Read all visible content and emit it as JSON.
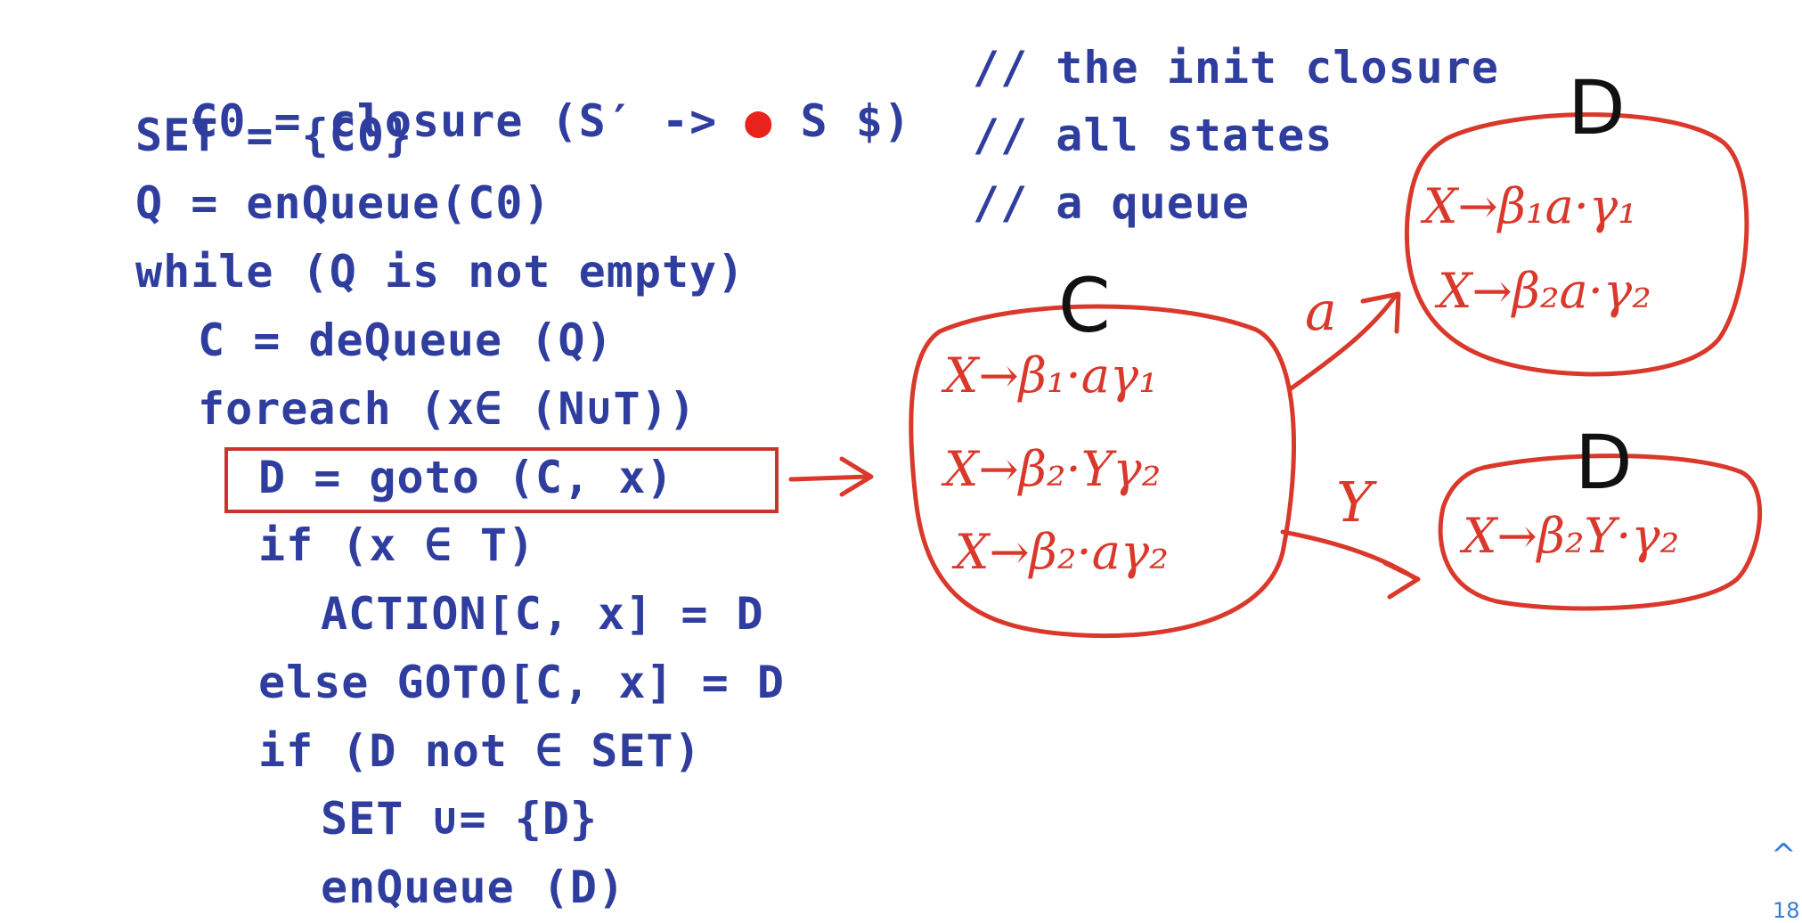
{
  "code": {
    "line1_prefix": "C0 = closure (S′ -> ",
    "line1_dot": "●",
    "line1_suffix": " S $)",
    "line2": "SET = {C0}",
    "line3": "Q = enQueue(C0)",
    "line4": "while (Q is not empty)",
    "line5": "C = deQueue (Q)",
    "line6": "foreach (x∈ (N∪T))",
    "line7": "D = goto (C, x)",
    "line8": "if (x ∈ T)",
    "line9": "ACTION[C, x] = D",
    "line10": "else GOTO[C, x] = D",
    "line11": "if (D not ∈ SET)",
    "line12": "SET ∪= {D}",
    "line13": "enQueue (D)"
  },
  "comments": {
    "c1": "// the init closure",
    "c2": "// all states",
    "c3": "// a queue"
  },
  "annotations": {
    "state_c_label": "C",
    "state_c_items": [
      "X→β₁·aγ₁",
      "X→β₂·Yγ₂",
      "X→β₂·aγ₂"
    ],
    "edge_a_label": "a",
    "state_d1_label": "D",
    "state_d1_items": [
      "X→β₁a·γ₁",
      "X→β₂a·γ₂"
    ],
    "edge_y_label": "Y",
    "state_d2_label": "D",
    "state_d2_items": [
      "X→β₂Y·γ₂"
    ]
  },
  "footer": {
    "corner_glyph": "^",
    "page_number": "18"
  },
  "colors": {
    "code": "#2f3e9e",
    "annotation": "#d9382b",
    "closure_dot": "#e8231b"
  }
}
